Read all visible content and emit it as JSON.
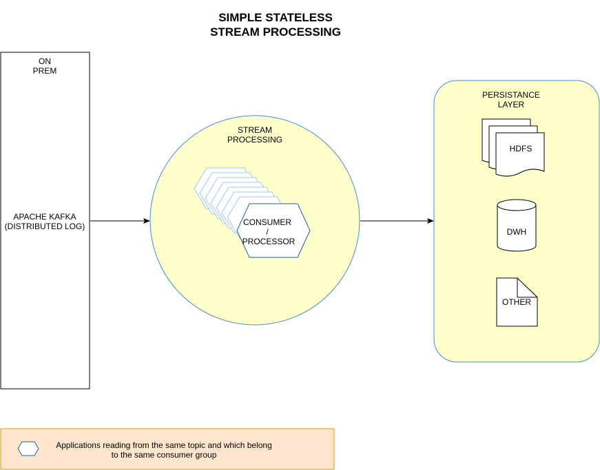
{
  "title": {
    "line1": "SIMPLE STATELESS",
    "line2": "STREAM PROCESSING"
  },
  "on_prem": {
    "header_line1": "ON",
    "header_line2": "PREM",
    "body_line1": "APACHE KAFKA",
    "body_line2": "(DISTRIBUTED LOG)"
  },
  "stream": {
    "label_line1": "STREAM",
    "label_line2": "PROCESSING",
    "consumer_line1": "CONSUMER",
    "consumer_line2": "/",
    "consumer_line3": "PROCESSOR"
  },
  "persistance": {
    "label_line1": "PERSISTANCE",
    "label_line2": "LAYER",
    "hdfs": "HDFS",
    "dwh": "DWH",
    "other": "OTHER"
  },
  "legend": {
    "line1": "Applications reading from the same topic and which belong",
    "line2": "to the same consumer group"
  },
  "colors": {
    "fill_yellow": "#ffffcc",
    "stroke_blue": "#3e8ddb",
    "stroke_hex_light": "#9fc8ec",
    "legend_fill": "#ffe6cc",
    "legend_stroke": "#d79b00"
  }
}
